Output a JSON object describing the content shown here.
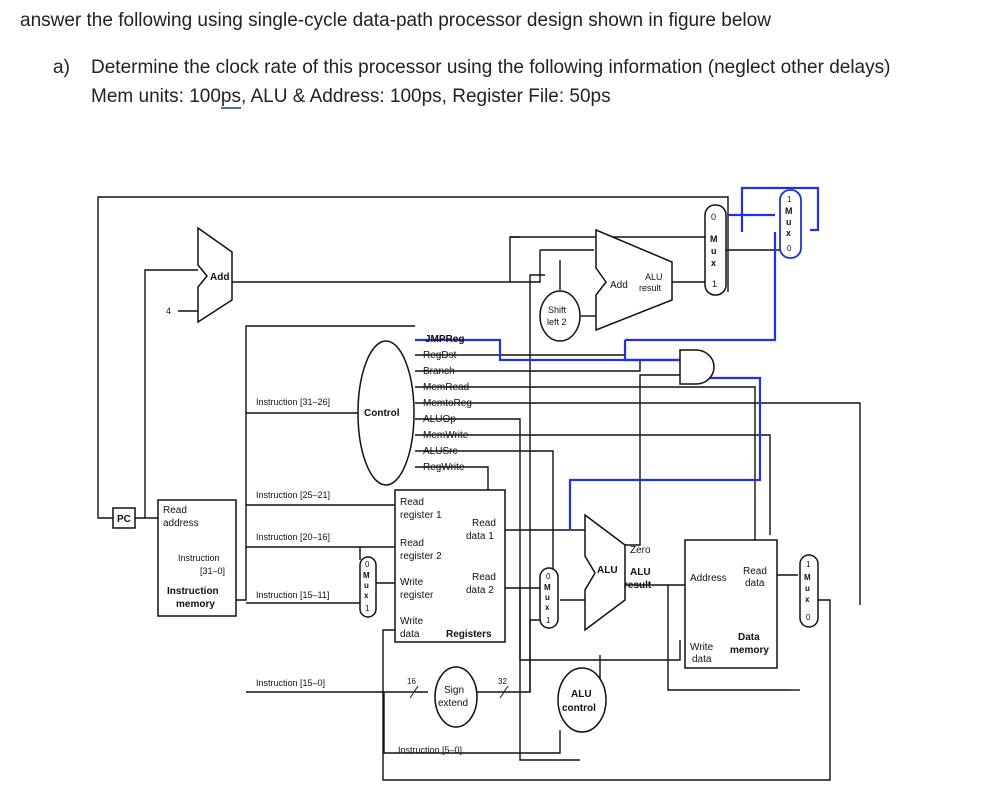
{
  "question": {
    "intro": "answer the following using single-cycle data-path processor design shown in figure below",
    "part_letter": "a)",
    "part_line1": "Determine the clock rate of this processor using the following information (neglect other delays)",
    "part_line2_a": "Mem units: 100",
    "part_line2_ps": "ps",
    "part_line2_b": ", ALU & Address: 100ps, Register File: 50ps"
  },
  "diagram": {
    "pc": "PC",
    "adder_top": "Add",
    "four": "4",
    "shift_left": [
      "Shift",
      "left 2"
    ],
    "branch_adder": [
      "Add",
      "ALU",
      "result"
    ],
    "control": "Control",
    "signals": [
      "JMPReg",
      "RegDst",
      "Branch",
      "MemRead",
      "MemtoReg",
      "ALUOp",
      "MemWrite",
      "ALUSrc",
      "RegWrite"
    ],
    "instr_mem": {
      "read_address": [
        "Read",
        "address"
      ],
      "instruction": [
        "Instruction",
        "[31–0]"
      ],
      "name": [
        "Instruction",
        "memory"
      ]
    },
    "instr_fields": {
      "f31_26": "Instruction [31–26]",
      "f25_21": "Instruction [25–21]",
      "f20_16": "Instruction [20–16]",
      "f15_11": "Instruction [15–11]",
      "f15_0": "Instruction [15–0]",
      "f5_0": "Instruction [5–0]"
    },
    "registers": {
      "read_reg1": [
        "Read",
        "register 1"
      ],
      "read_reg2": [
        "Read",
        "register 2"
      ],
      "write_reg": [
        "Write",
        "register"
      ],
      "write_data": [
        "Write",
        "data"
      ],
      "read_data1": [
        "Read",
        "data 1"
      ],
      "read_data2": [
        "Read",
        "data 2"
      ],
      "name": "Registers"
    },
    "sign_extend": [
      "Sign",
      "extend"
    ],
    "bits_16": "16",
    "bits_32": "32",
    "alu": {
      "name": "ALU",
      "zero": "Zero",
      "result": [
        "ALU",
        "result"
      ]
    },
    "alu_control": [
      "ALU",
      "control"
    ],
    "data_mem": {
      "address": "Address",
      "read_data": [
        "Read",
        "data"
      ],
      "write_data": [
        "Write",
        "data"
      ],
      "name": [
        "Data",
        "memory"
      ]
    },
    "mux_letters": [
      "M",
      "u",
      "x"
    ],
    "mux_zero": "0",
    "mux_one": "1",
    "highlight_color": "#2233dd"
  }
}
